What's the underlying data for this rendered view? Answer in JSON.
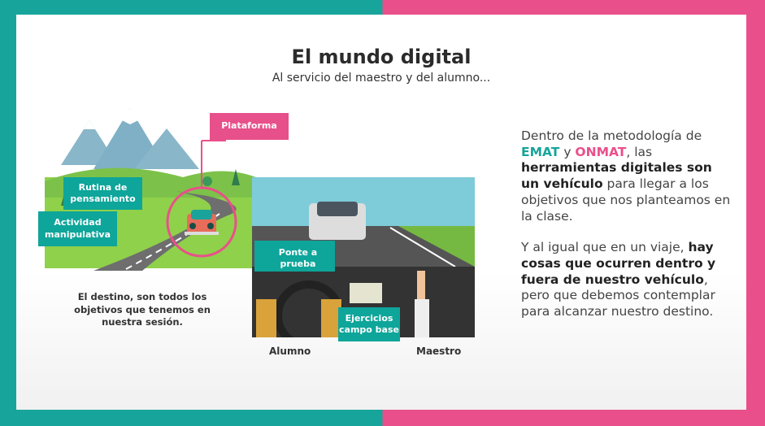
{
  "header": {
    "title": "El mundo digital",
    "subtitle": "Al servicio del maestro y del alumno..."
  },
  "left_scene": {
    "labels": {
      "plataforma": "Plataforma",
      "rutina": "Rutina de pensamiento",
      "actividad": "Actividad manipulativa"
    },
    "caption": "El destino, son todos los objetivos que tenemos en nuestra sesión."
  },
  "car_scene": {
    "labels": {
      "ponte": "Ponte a prueba",
      "ejercicios": "Ejercicios campo base"
    },
    "alumno": "Alumno",
    "maestro": "Maestro"
  },
  "right_text": {
    "p1": {
      "a": "Dentro de la metodología de ",
      "emat": "EMAT",
      "b": " y ",
      "onmat": "ONMAT",
      "c": ", las ",
      "bold": "herramientas digitales son un vehículo",
      "d": " para llegar a los objetivos que nos planteamos en la clase."
    },
    "p2": {
      "a": "Y al igual que en un viaje, ",
      "bold": "hay cosas que ocurren dentro y fuera de nuestro vehículo",
      "b": ", pero que debemos contemplar para alcanzar nuestro destino."
    }
  },
  "colors": {
    "teal": "#17a49b",
    "pink": "#e9508b"
  }
}
